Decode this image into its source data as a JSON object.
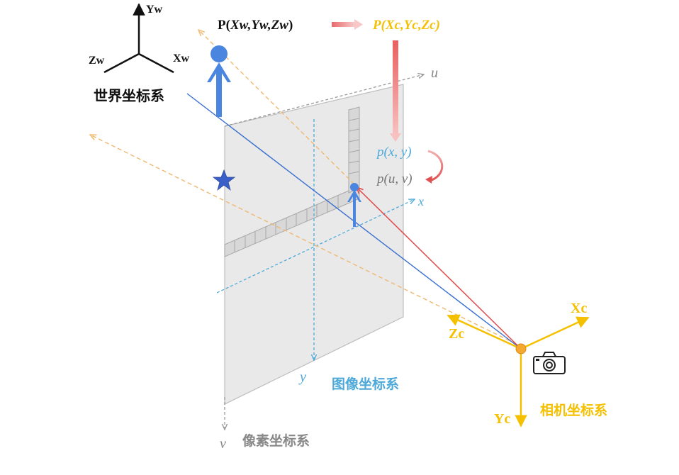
{
  "world": {
    "axes": {
      "y": "Yw",
      "z": "Zw",
      "x": "Xw"
    },
    "label": "世界坐标系"
  },
  "points": {
    "world_point_prefix": "P(",
    "world_point_coords": "Xw,Yw,Zw",
    "world_point_suffix": ")",
    "camera_point": "P(Xc,Yc,Zc)",
    "image_point": "p(x, y)",
    "pixel_point": "p(u, v)"
  },
  "image_plane": {
    "axis_u": "u",
    "axis_v": "v",
    "axis_x": "x",
    "axis_y": "y",
    "image_label": "图像坐标系",
    "pixel_label": "像素坐标系"
  },
  "camera": {
    "axes": {
      "x": "Xc",
      "z": "Zc",
      "y": "Yc"
    },
    "label": "相机坐标系",
    "icon": "camera-icon"
  },
  "colors": {
    "world": "#111111",
    "camera": "#f5c000",
    "image": "#4ea9d9",
    "pixel": "#888888",
    "person": "#4a86df",
    "ray": "#e05555",
    "line_blue": "#3a6fd0",
    "dashed_orange": "#f0b870"
  }
}
